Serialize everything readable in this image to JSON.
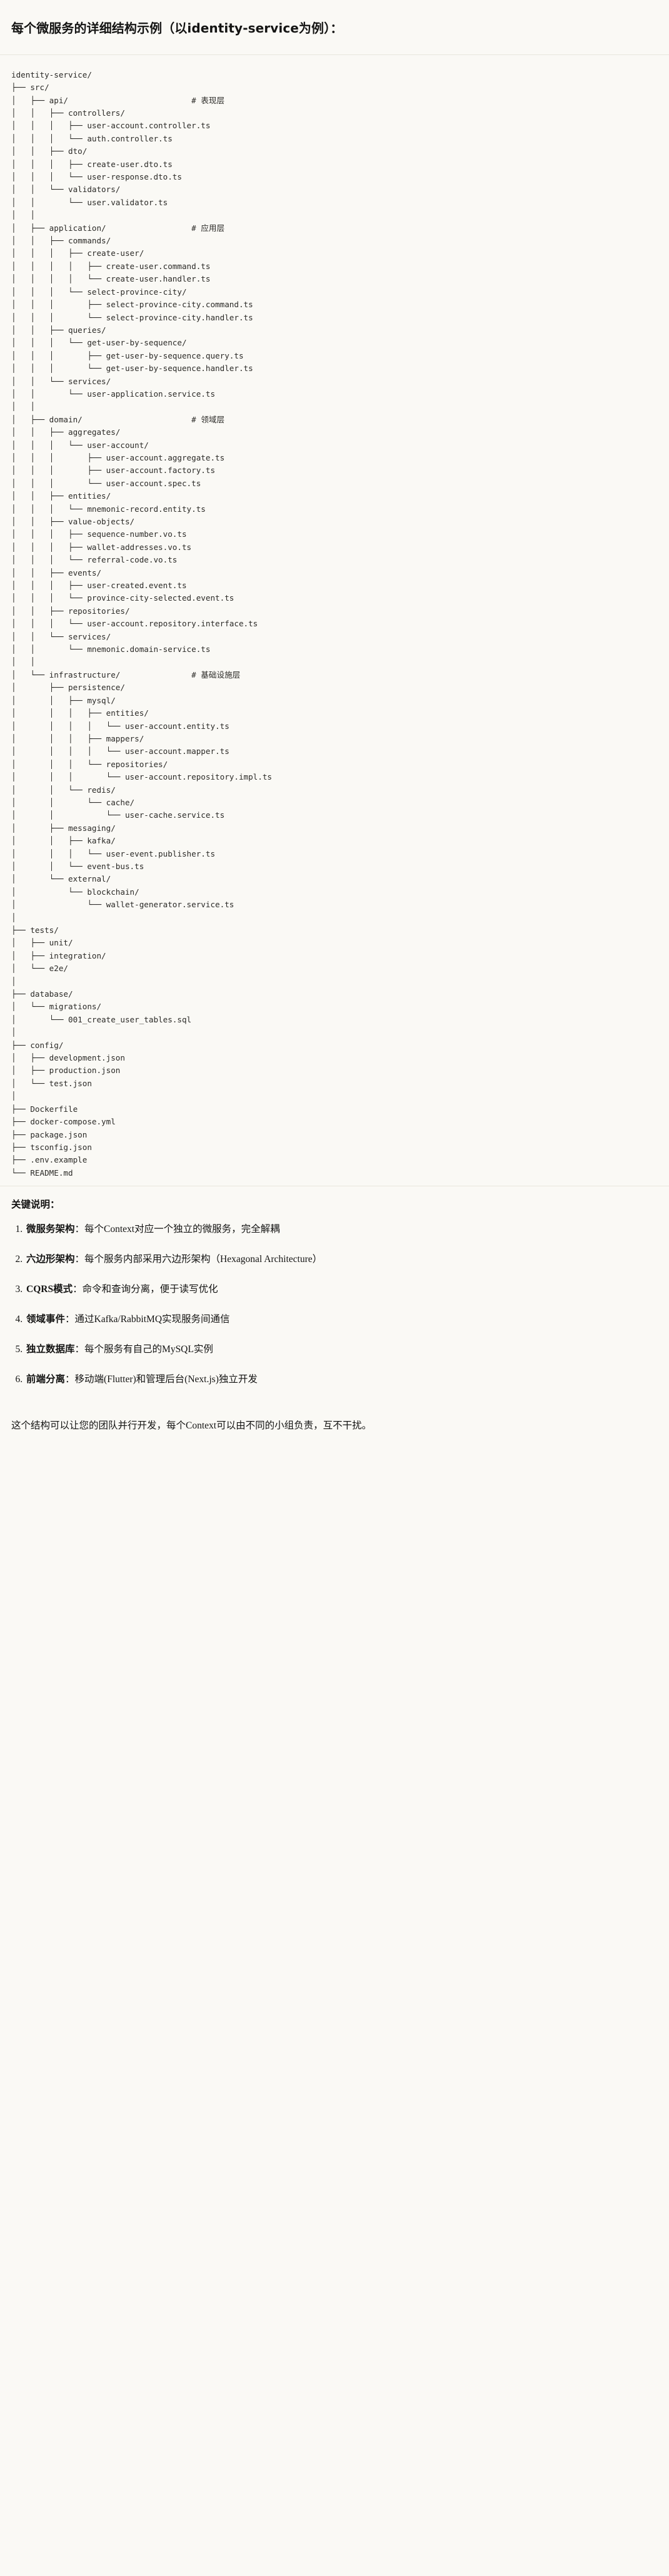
{
  "heading": "每个微服务的详细结构示例（以identity-service为例）：",
  "tree": {
    "root": "identity-service/",
    "comments": {
      "api": "# 表现层",
      "application": "# 应用层",
      "domain": "# 领域层",
      "infrastructure": "# 基础设施层"
    },
    "lines": [
      "identity-service/",
      "├── src/",
      "│   ├── api/                          # 表现层",
      "│   │   ├── controllers/",
      "│   │   │   ├── user-account.controller.ts",
      "│   │   │   └── auth.controller.ts",
      "│   │   ├── dto/",
      "│   │   │   ├── create-user.dto.ts",
      "│   │   │   └── user-response.dto.ts",
      "│   │   └── validators/",
      "│   │       └── user.validator.ts",
      "│   │",
      "│   ├── application/                  # 应用层",
      "│   │   ├── commands/",
      "│   │   │   ├── create-user/",
      "│   │   │   │   ├── create-user.command.ts",
      "│   │   │   │   └── create-user.handler.ts",
      "│   │   │   └── select-province-city/",
      "│   │   │       ├── select-province-city.command.ts",
      "│   │   │       └── select-province-city.handler.ts",
      "│   │   ├── queries/",
      "│   │   │   └── get-user-by-sequence/",
      "│   │   │       ├── get-user-by-sequence.query.ts",
      "│   │   │       └── get-user-by-sequence.handler.ts",
      "│   │   └── services/",
      "│   │       └── user-application.service.ts",
      "│   │",
      "│   ├── domain/                       # 领域层",
      "│   │   ├── aggregates/",
      "│   │   │   └── user-account/",
      "│   │   │       ├── user-account.aggregate.ts",
      "│   │   │       ├── user-account.factory.ts",
      "│   │   │       └── user-account.spec.ts",
      "│   │   ├── entities/",
      "│   │   │   └── mnemonic-record.entity.ts",
      "│   │   ├── value-objects/",
      "│   │   │   ├── sequence-number.vo.ts",
      "│   │   │   ├── wallet-addresses.vo.ts",
      "│   │   │   └── referral-code.vo.ts",
      "│   │   ├── events/",
      "│   │   │   ├── user-created.event.ts",
      "│   │   │   └── province-city-selected.event.ts",
      "│   │   ├── repositories/",
      "│   │   │   └── user-account.repository.interface.ts",
      "│   │   └── services/",
      "│   │       └── mnemonic.domain-service.ts",
      "│   │",
      "│   └── infrastructure/               # 基础设施层",
      "│       ├── persistence/",
      "│       │   ├── mysql/",
      "│       │   │   ├── entities/",
      "│       │   │   │   └── user-account.entity.ts",
      "│       │   │   ├── mappers/",
      "│       │   │   │   └── user-account.mapper.ts",
      "│       │   │   └── repositories/",
      "│       │   │       └── user-account.repository.impl.ts",
      "│       │   └── redis/",
      "│       │       └── cache/",
      "│       │           └── user-cache.service.ts",
      "│       ├── messaging/",
      "│       │   ├── kafka/",
      "│       │   │   └── user-event.publisher.ts",
      "│       │   └── event-bus.ts",
      "│       └── external/",
      "│           └── blockchain/",
      "│               └── wallet-generator.service.ts",
      "│",
      "├── tests/",
      "│   ├── unit/",
      "│   ├── integration/",
      "│   └── e2e/",
      "│",
      "├── database/",
      "│   └── migrations/",
      "│       └── 001_create_user_tables.sql",
      "│",
      "├── config/",
      "│   ├── development.json",
      "│   ├── production.json",
      "│   └── test.json",
      "│",
      "├── Dockerfile",
      "├── docker-compose.yml",
      "├── package.json",
      "├── tsconfig.json",
      "├── .env.example",
      "└── README.md"
    ]
  },
  "notes": {
    "title": "关键说明：",
    "items": [
      {
        "term": "微服务架构",
        "sep": "：",
        "desc": "每个Context对应一个独立的微服务，完全解耦"
      },
      {
        "term": "六边形架构",
        "sep": "：",
        "desc": "每个服务内部采用六边形架构（Hexagonal Architecture）"
      },
      {
        "term": "CQRS模式",
        "sep": "：",
        "desc": "命令和查询分离，便于读写优化"
      },
      {
        "term": "领域事件",
        "sep": "：",
        "desc": "通过Kafka/RabbitMQ实现服务间通信"
      },
      {
        "term": "独立数据库",
        "sep": "：",
        "desc": "每个服务有自己的MySQL实例"
      },
      {
        "term": "前端分离",
        "sep": "：",
        "desc": "移动端(Flutter)和管理后台(Next.js)独立开发"
      }
    ]
  },
  "closing": "这个结构可以让您的团队并行开发，每个Context可以由不同的小组负责，互不干扰。",
  "colors": {
    "background": "#faf9f5",
    "text": "#141413",
    "code_text": "#2b2a27",
    "rule": "#e8e6dd"
  }
}
